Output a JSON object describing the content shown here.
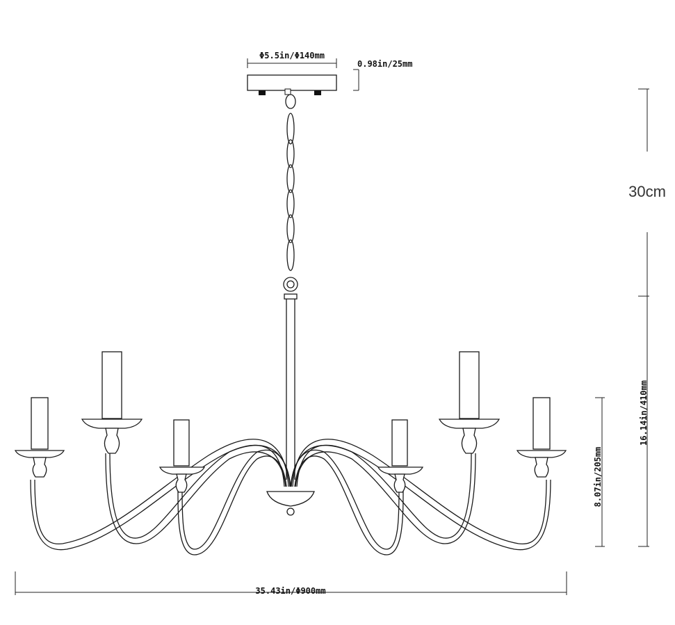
{
  "dimensions": {
    "canopy_diameter": "Φ5.5in/Φ140mm",
    "canopy_height": "0.98in/25mm",
    "chain_length": "30cm",
    "total_height": "16.14in/410mm",
    "body_height": "8.07in/205mm",
    "total_width": "35.43in/Φ900mm"
  },
  "colors": {
    "line": "#1a1a1a",
    "background": "#ffffff"
  }
}
